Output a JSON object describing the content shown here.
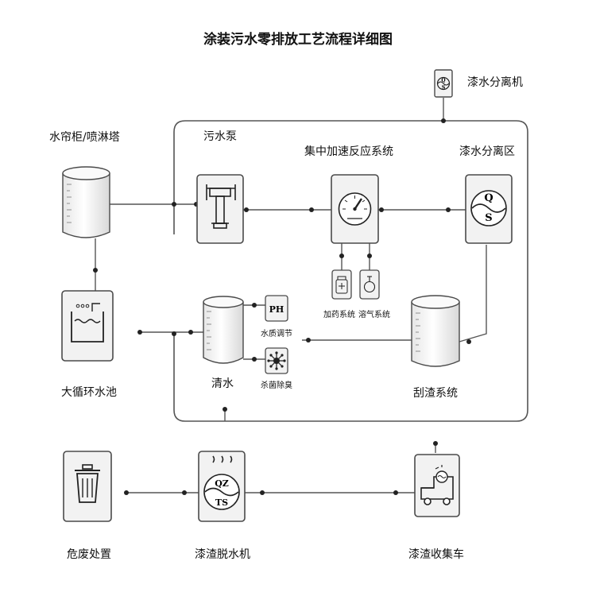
{
  "title": "涂装污水零排放工艺流程详细图",
  "labels": {
    "paint_separator_machine": "漆水分离机",
    "water_curtain": "水帘柜/喷淋塔",
    "sewage_pump": "污水泵",
    "reaction_system": "集中加速反应系统",
    "separation_zone": "漆水分离区",
    "dosing_system": "加药系统",
    "dissolved_air_system": "溶气系统",
    "ph_adjust": "水质调节",
    "sterilize": "杀菌除臭",
    "circulation_pool": "大循环水池",
    "clear_water": "清水",
    "scraper_system": "刮渣系统",
    "hazardous_disposal": "危废处置",
    "dewatering_machine": "漆渣脱水机",
    "collection_truck": "漆渣收集车"
  },
  "icon_text": {
    "qs_q": "Q",
    "qs_s": "S",
    "ph": "PH",
    "qz": "QZ",
    "ts": "TS"
  },
  "colors": {
    "line": "#555555",
    "border": "#4a4a4a",
    "box_fill": "#f2f2f2",
    "icon": "#222222"
  }
}
